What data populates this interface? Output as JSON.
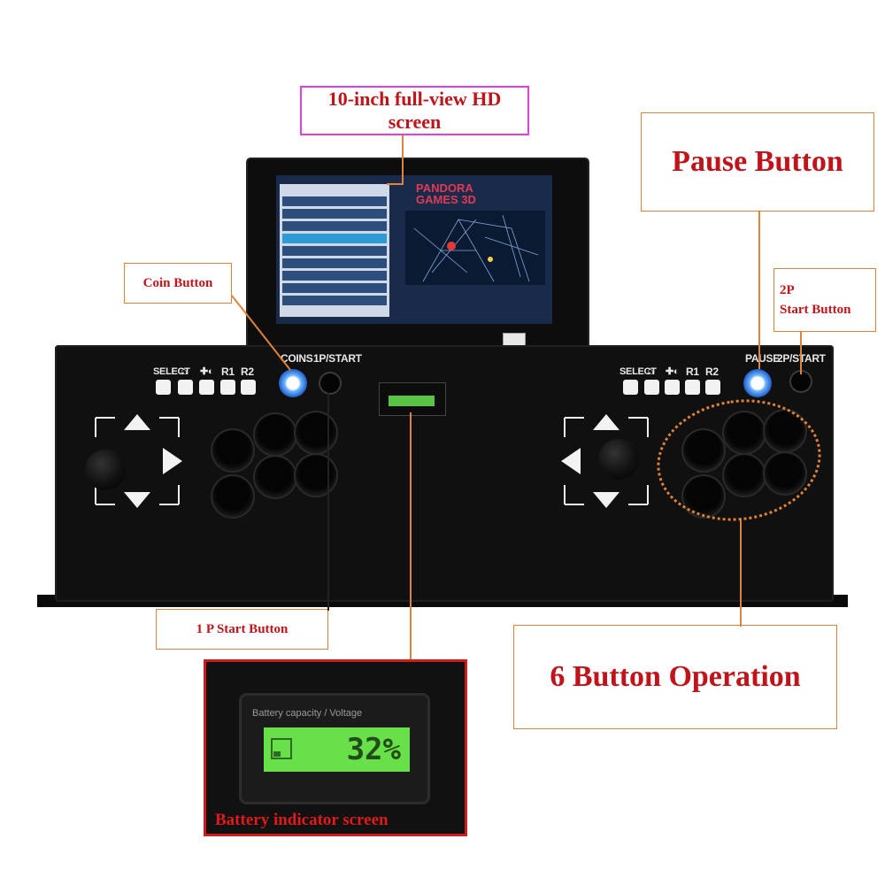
{
  "callouts": {
    "screen": "10-inch full-view HD screen",
    "pause": "Pause Button",
    "coin": "Coin Button",
    "start2p_line1": "2P",
    "start2p_line2": "Start Button",
    "start1p": "1 P Start Button",
    "six_button": "6 Button Operation",
    "battery": "Battery indicator screen"
  },
  "console": {
    "select_left": "SELECT",
    "r1_left": "R1",
    "r2_left": "R2",
    "select_right": "SELECT",
    "r1_right": "R1",
    "r2_right": "R2",
    "coins": "COINS",
    "start1p": "1P/START",
    "pause": "PAUSE",
    "start2p": "2P/START"
  },
  "screen": {
    "logo_line1": "PANDORA",
    "logo_line2": "GAMES 3D"
  },
  "battery_display": {
    "caption": "Battery capacity / Voltage",
    "value": "32%",
    "level_percent": 32
  },
  "colors": {
    "callout_text": "#c0141a",
    "callout_border_orange": "#e0833a",
    "callout_border_magenta": "#e040e0",
    "lcd_green": "#67e04a",
    "button_glow": "#3a8cff"
  }
}
